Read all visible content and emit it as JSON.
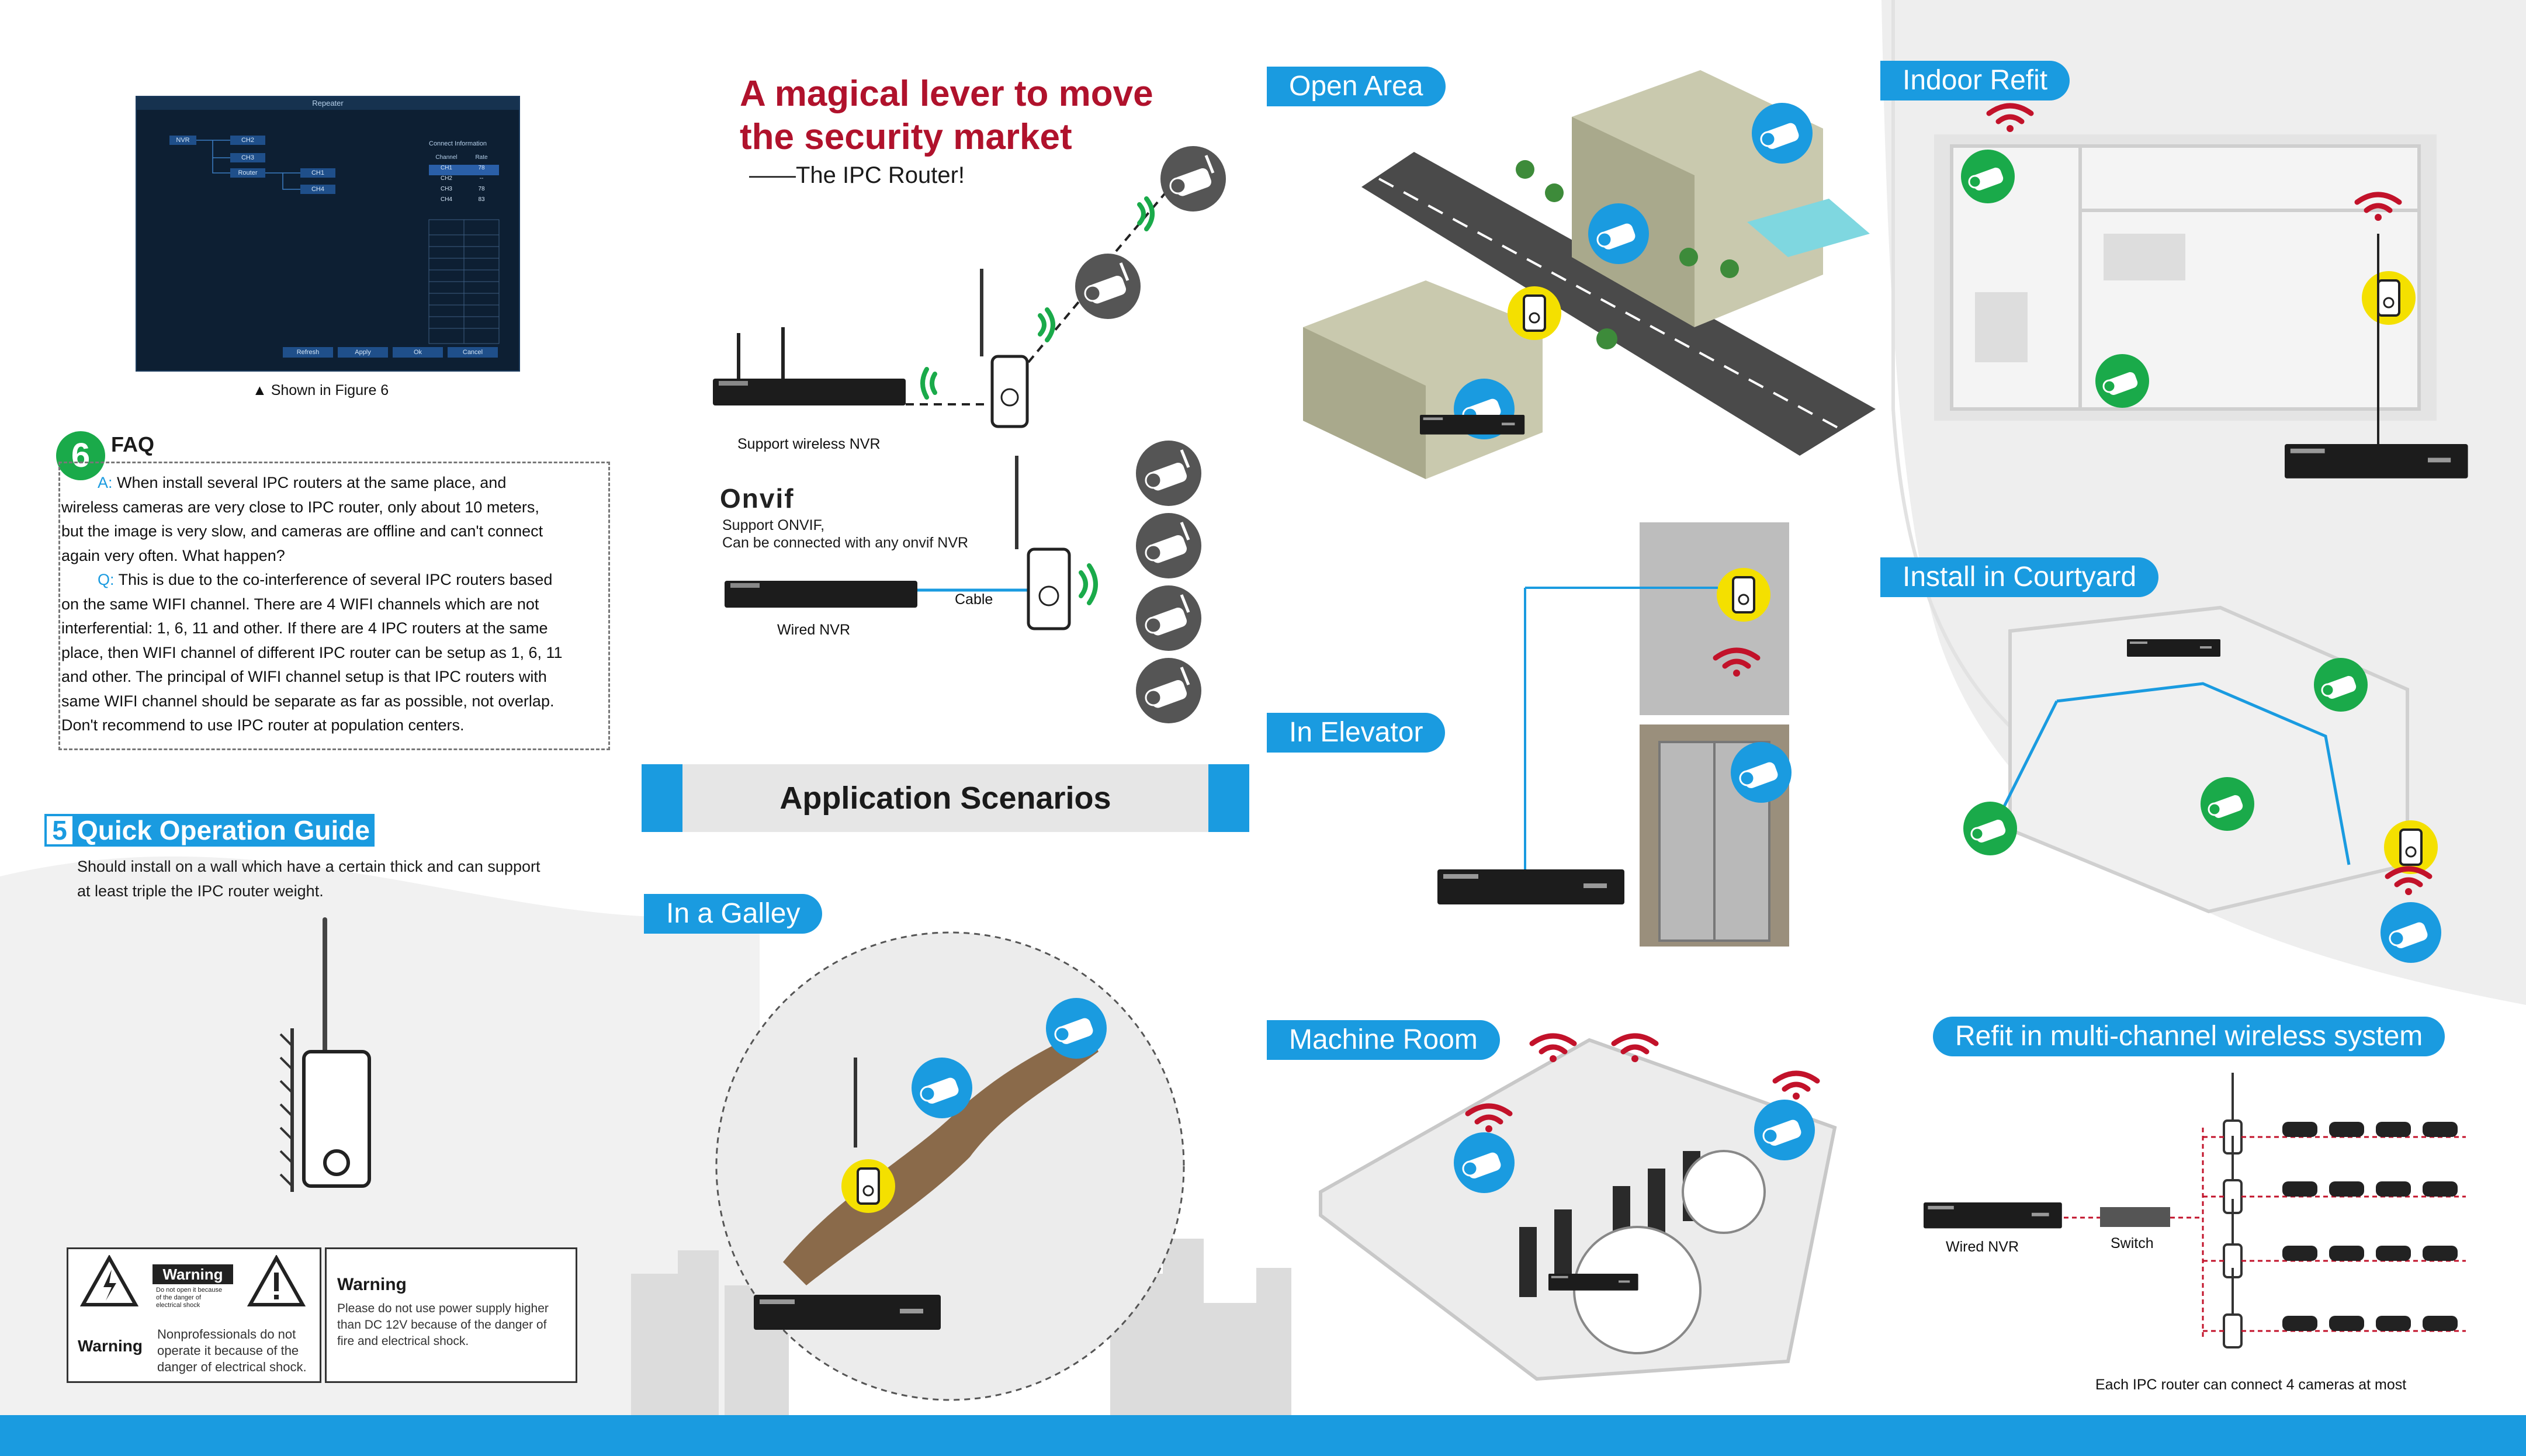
{
  "settings_window": {
    "title": "Repeater",
    "nodes": {
      "nvr": "NVR",
      "ch2": "CH2",
      "ch3": "CH3",
      "router": "Router",
      "ch1": "CH1",
      "ch4": "CH4"
    },
    "connect_info": {
      "title": "Connect Information",
      "headers": [
        "Channel",
        "Rate"
      ],
      "rows": [
        [
          "CH1",
          "78"
        ],
        [
          "CH2",
          "--"
        ],
        [
          "CH3",
          "78"
        ],
        [
          "CH4",
          "83"
        ]
      ]
    },
    "buttons": [
      "Refresh",
      "Apply",
      "Ok",
      "Cancel"
    ]
  },
  "figure_caption": "▲ Shown in Figure 6",
  "faq": {
    "number": "6",
    "title": "FAQ",
    "paragraphs": [
      {
        "key": "A:",
        "lines": [
          " When install several IPC routers at the same place, and",
          "wireless cameras are very close to IPC router, only about 10 meters,",
          "but the image is very slow, and cameras are offline and can't connect",
          "again very often. What happen?"
        ]
      },
      {
        "key": "Q:",
        "lines": [
          " This is due to the co-interference of several IPC routers based",
          "on the same WIFI channel. There are 4 WIFI channels which are not",
          "interferential: 1, 6, 11 and other. If there are 4 IPC routers at the same",
          "place, then WIFI channel of different IPC router can be setup as 1, 6, 11",
          "and other. The principal of WIFI channel setup is that IPC routers with",
          "same WIFI channel should be separate as far as possible, not overlap.",
          "Don't recommend to use IPC router at population centers."
        ]
      }
    ]
  },
  "guide": {
    "number": "5",
    "title": "Quick Operation Guide",
    "lines": [
      "Should install on a wall which have a certain thick and can support",
      "at least triple the IPC router weight."
    ]
  },
  "warnings": {
    "left_badge": "Warning",
    "left_small": [
      "Do not open it because",
      "of the danger of",
      "electrical shock"
    ],
    "left_title": "Warning",
    "left_text": [
      "Nonprofessionals do not",
      "operate it because of the",
      "danger of electrical shock."
    ],
    "right_title": "Warning",
    "right_text": [
      "Please do not use power supply higher",
      "than DC 12V because of the danger of",
      "fire and electrical shock."
    ]
  },
  "headline": {
    "lines": [
      "A magical lever to move",
      "the security market"
    ],
    "sub": "——The IPC Router!"
  },
  "diagram_labels": {
    "wireless_nvr": "Support wireless NVR",
    "onvif_logo": "Onvif",
    "onvif_lines": [
      "Support ONVIF,",
      "Can be connected with any onvif NVR"
    ],
    "cable": "Cable",
    "wired_nvr": "Wired NVR"
  },
  "app_scenarios": "Application Scenarios",
  "scenarios": {
    "open_area": "Open Area",
    "indoor_refit": "Indoor Refit",
    "in_elevator": "In Elevator",
    "install_courtyard": "Install in Courtyard",
    "in_galley": "In a Galley",
    "machine_room": "Machine Room",
    "multi_channel": "Refit in multi-channel wireless system"
  },
  "multi_channel": {
    "wired_nvr": "Wired  NVR",
    "switch": "Switch",
    "note": "Each IPC router can connect 4 cameras at most"
  },
  "colors": {
    "accent_blue": "#1a9be0",
    "headline_red": "#b0122c",
    "wifi_green": "#1aaa4a",
    "router_yellow": "#f4e000",
    "camera_blue": "#1a9be0"
  }
}
